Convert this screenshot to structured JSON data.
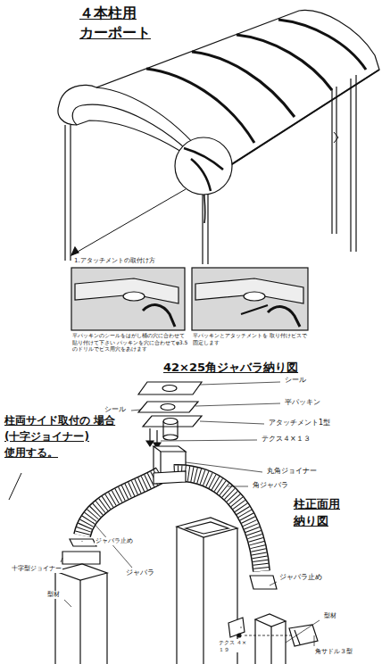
{
  "diagram": {
    "title": "４本柱用 カーポート",
    "labels": [
      "1.アタッチメントの取付け方",
      "平パッキンのシールをはがし桶の穴に合わせて貼り付けて下さい パッキンを穴に合わせてφ3.5のドリルでビス用穴をあけます",
      "平パッキンとアタッチメントを 取り付けビスで固定します",
      "42×25角ジャバラ納り図",
      "シール",
      "平パッキン",
      "シール",
      "アタッチメント1型",
      "テクス４×１３",
      "柱両サイド取付の 場合(十字ジョイナー) 使用する。",
      "丸角ジョイナー",
      "角ジャバラ",
      "柱正面用 納り図",
      "ジャバラ止め",
      "十字型ジョイナー",
      "ジャバラ",
      "型材",
      "ジャバラ止め",
      "型材",
      "テクス ４×１９",
      "角サドル３型"
    ]
  }
}
